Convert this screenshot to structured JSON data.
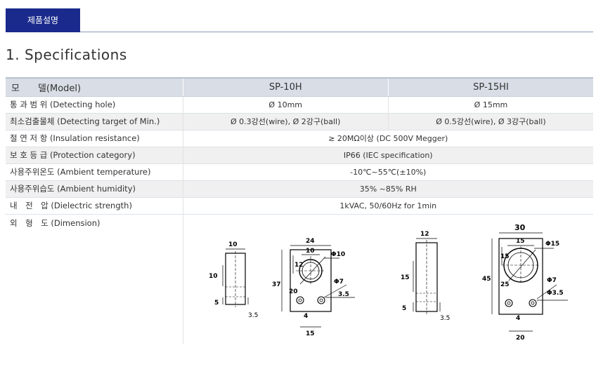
{
  "tab": {
    "label": "제품설명"
  },
  "heading": "1. Specifications",
  "table": {
    "header": [
      "모　　델(Model)",
      "SP-10H",
      "SP-15HI"
    ],
    "rows": [
      {
        "label": "통 과 범 위 (Detecting hole)",
        "sp10": "Ø 10mm",
        "sp15": "Ø 15mm"
      },
      {
        "label": "최소검출물체 (Detecting target of Min.)",
        "sp10": "Ø 0.3강선(wire), Ø 2강구(ball)",
        "sp15": "Ø 0.5강선(wire), Ø 3강구(ball)"
      },
      {
        "label": "절 연 저 항 (Insulation resistance)",
        "common": "≥ 20MΩ이상 (DC 500V Megger)"
      },
      {
        "label": "보 호 등 급 (Protection category)",
        "common": "IP66 (IEC specification)"
      },
      {
        "label": "사용주위온도 (Ambient temperature)",
        "common": "-10℃~55℃(±10%)"
      },
      {
        "label": "사용주위습도 (Ambient humidity)",
        "common": "35% ~85% RH"
      },
      {
        "label": "내　전　압 (Dielectric strength)",
        "common": "1kVAC, 50/60Hz for 1min"
      }
    ],
    "dimension_label": "외　형　도 (Dimension)"
  },
  "drawing_sp10": {
    "side_width": "10",
    "side_height": "10",
    "bottom": "5",
    "side_offset": "3.5",
    "front_width": "24",
    "hole_width": "10",
    "hole_dia": "Φ10",
    "height": "37",
    "upper": "12",
    "lower": "20",
    "screw": "Φ7",
    "screw_off": "3.5",
    "small": "7",
    "pitch": "4",
    "base": "15"
  },
  "drawing_sp15": {
    "side_width": "12",
    "side_height": "15",
    "bottom": "5",
    "side_offset": "3.5",
    "front_width": "30",
    "hole_width": "15",
    "hole_dia": "Φ15",
    "height": "45",
    "upper": "15",
    "lower": "25",
    "screw": "Φ7",
    "screw_off": "Φ3.5",
    "small": "7",
    "pitch": "4",
    "base": "20"
  }
}
